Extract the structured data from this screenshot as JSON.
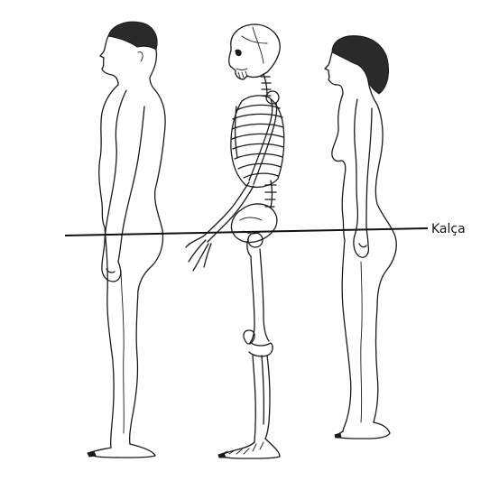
{
  "diagram": {
    "hip_line_label": "Kalça",
    "figures": [
      "male-figure",
      "skeleton-figure",
      "female-figure"
    ]
  }
}
